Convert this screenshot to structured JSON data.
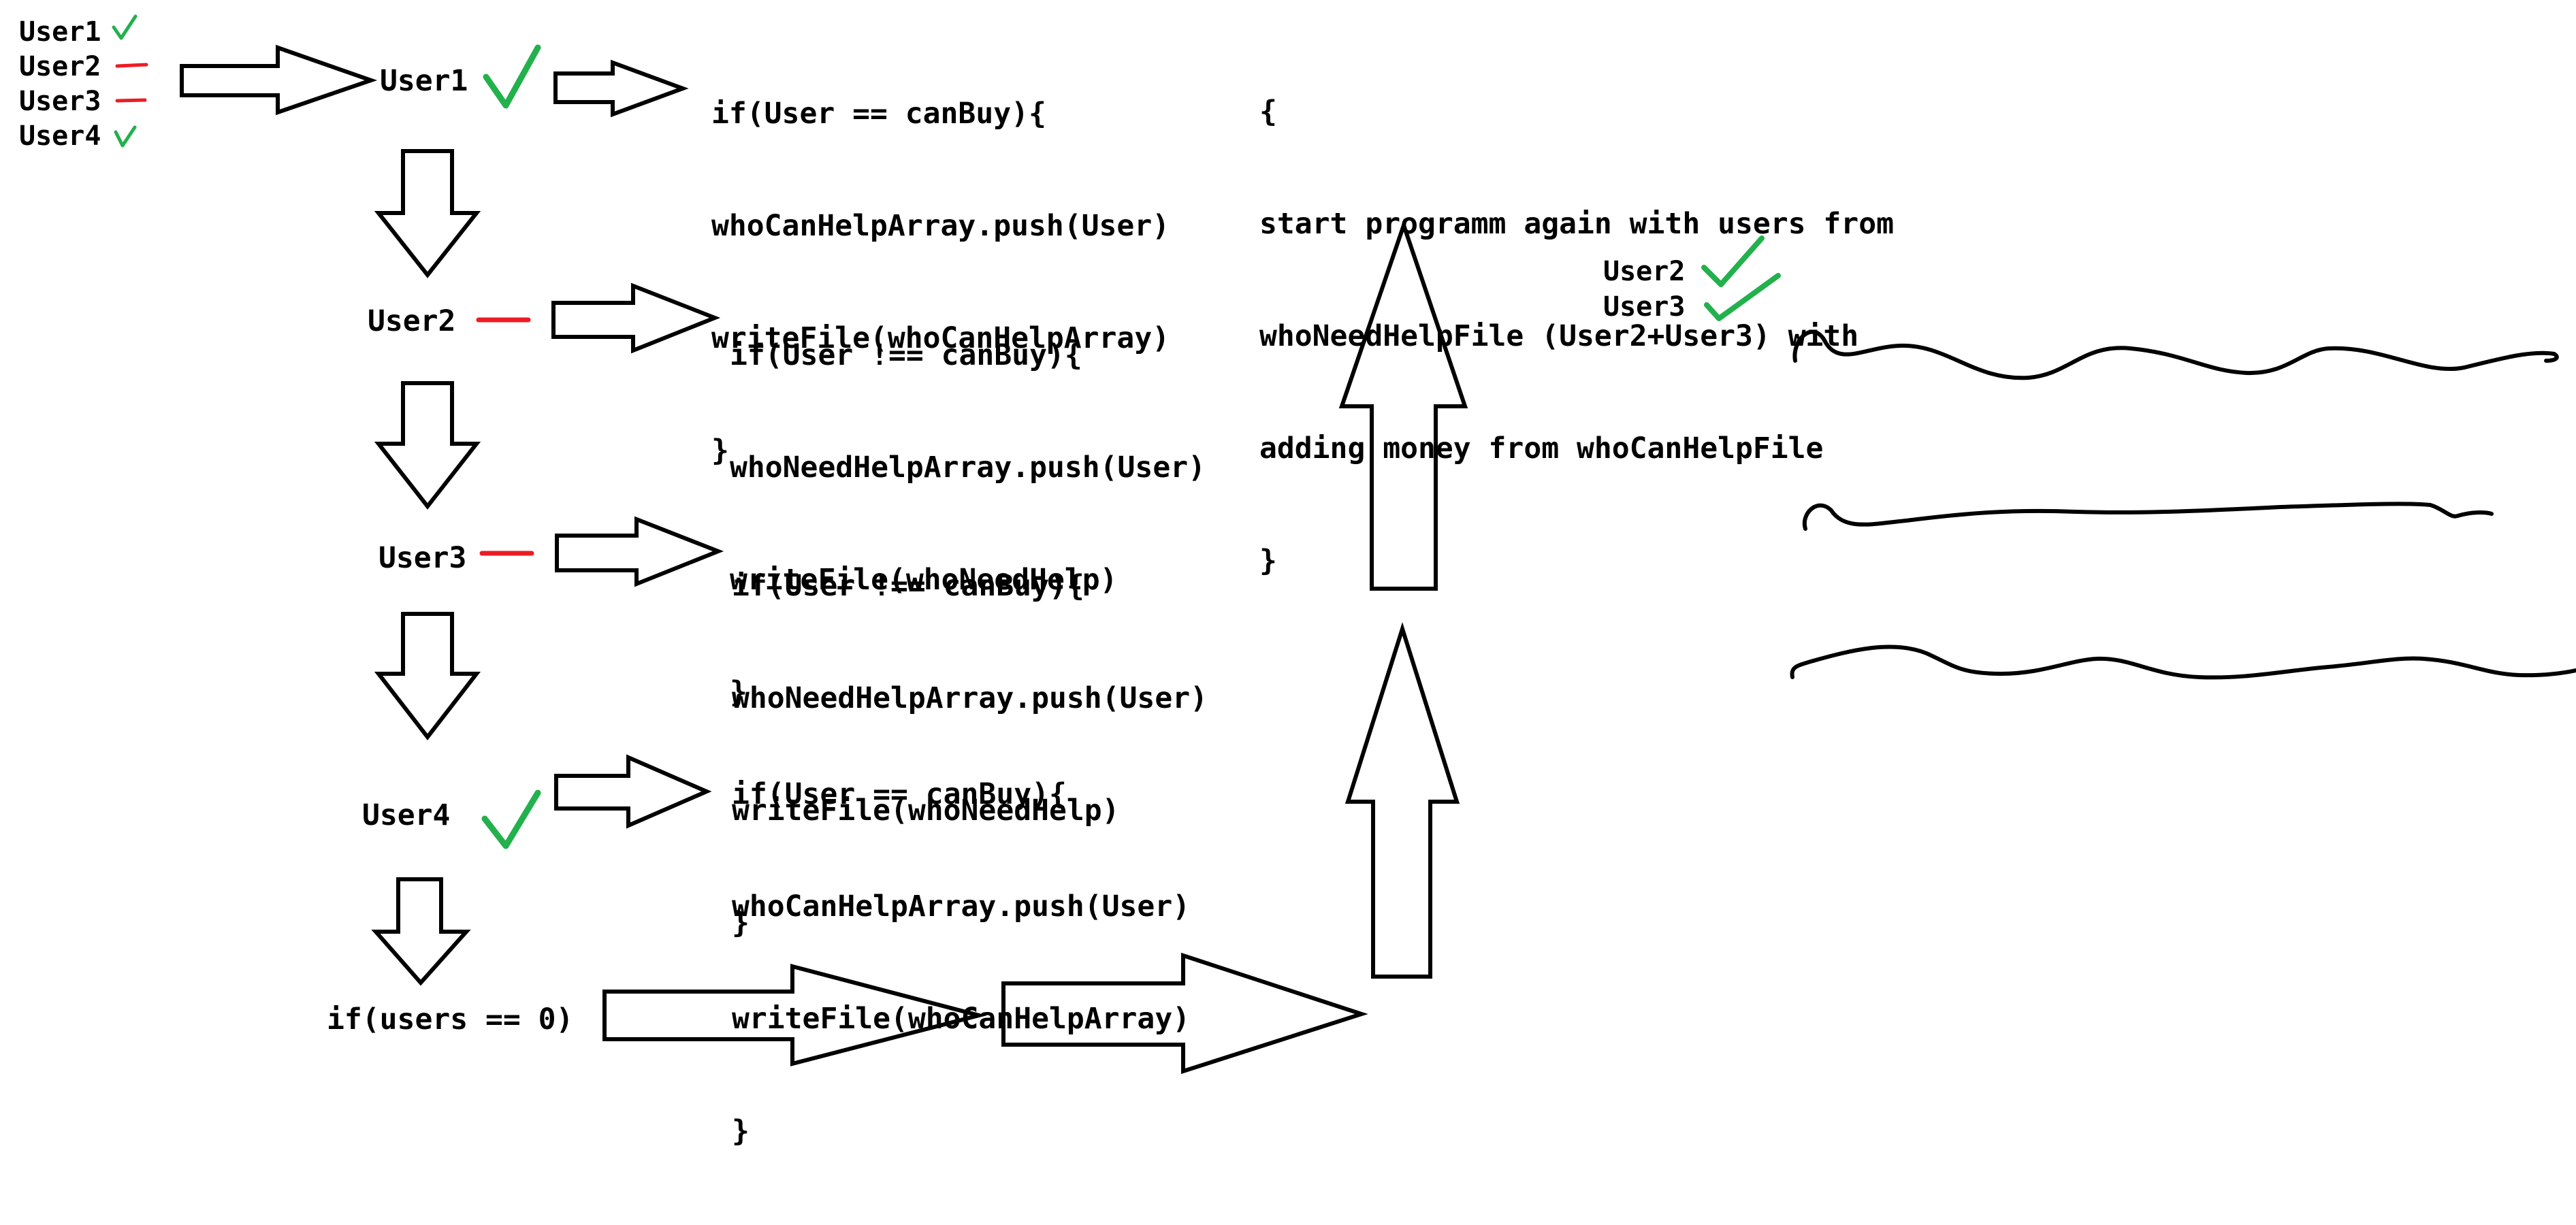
{
  "colors": {
    "check": "#22b14c",
    "dash": "#ed1c24",
    "ink": "#000000"
  },
  "legend": {
    "items": [
      {
        "label": "User1",
        "status": "check"
      },
      {
        "label": "User2",
        "status": "dash"
      },
      {
        "label": "User3",
        "status": "dash"
      },
      {
        "label": "User4",
        "status": "check"
      }
    ]
  },
  "flow": {
    "user1": "User1",
    "user2": "User2",
    "user3": "User3",
    "user4": "User4",
    "end_condition": "if(users == 0)"
  },
  "code_blocks": {
    "user1": [
      "if(User == canBuy){",
      "whoCanHelpArray.push(User)",
      "writeFile(whoCanHelpArray)",
      "}"
    ],
    "user2": [
      "if(User !== canBuy){",
      "whoNeedHelpArray.push(User)",
      "writeFile(whoNeedHelp)",
      "}"
    ],
    "user3": [
      "if(User !== canBuy){",
      "whoNeedHelpArray.push(User)",
      "writeFile(whoNeedHelp)",
      "}"
    ],
    "user4": [
      "if(User == canBuy){",
      "whoCanHelpArray.push(User)",
      "writeFile(whoCanHelpArray)",
      "}"
    ],
    "restart": [
      "{",
      "start programm again with users from",
      "whoNeedHelpFile (User2+User3) with",
      "adding money from whoCanHelpFile",
      "}"
    ]
  },
  "restart_users": [
    "User2",
    "User3"
  ]
}
